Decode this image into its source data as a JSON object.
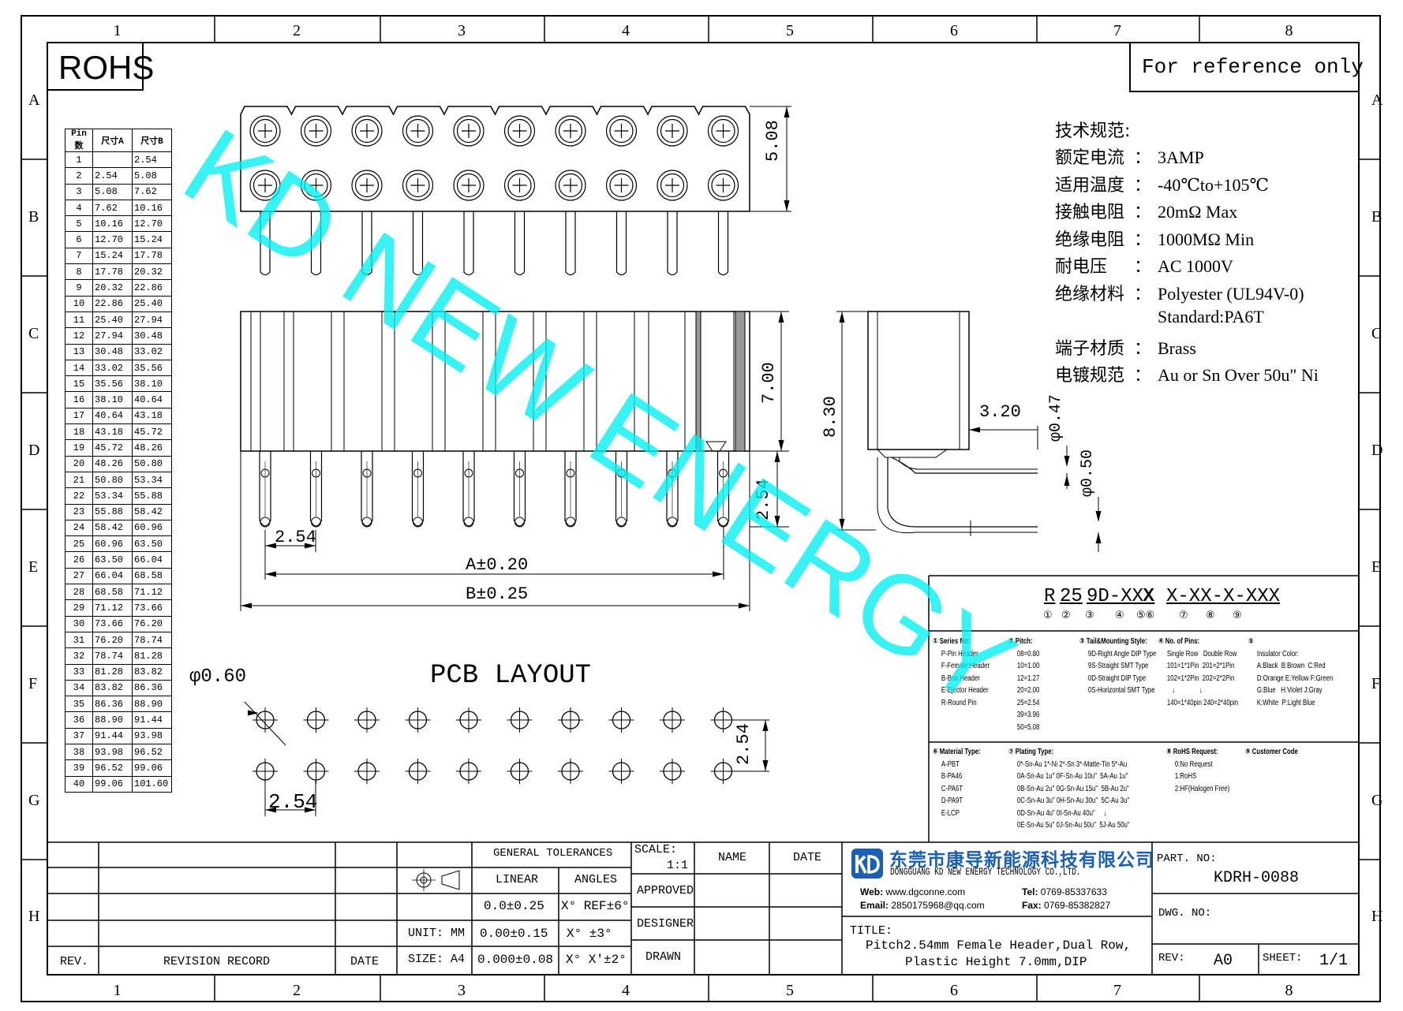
{
  "sheet": {
    "grid_columns": [
      "1",
      "2",
      "3",
      "4",
      "5",
      "6",
      "7",
      "8"
    ],
    "grid_rows": [
      "A",
      "B",
      "C",
      "D",
      "E",
      "F",
      "G",
      "H"
    ],
    "rohs": "ROHS",
    "reference_note": "For reference only",
    "watermark": "KD NEW ENERGY",
    "line_color": "#000000",
    "watermark_color": "#00f0f0"
  },
  "pin_table": {
    "headers": [
      "Pin数",
      "尺寸A",
      "尺寸B"
    ],
    "rows": [
      [
        "1",
        "",
        "2.54"
      ],
      [
        "2",
        "2.54",
        "5.08"
      ],
      [
        "3",
        "5.08",
        "7.62"
      ],
      [
        "4",
        "7.62",
        "10.16"
      ],
      [
        "5",
        "10.16",
        "12.70"
      ],
      [
        "6",
        "12.70",
        "15.24"
      ],
      [
        "7",
        "15.24",
        "17.78"
      ],
      [
        "8",
        "17.78",
        "20.32"
      ],
      [
        "9",
        "20.32",
        "22.86"
      ],
      [
        "10",
        "22.86",
        "25.40"
      ],
      [
        "11",
        "25.40",
        "27.94"
      ],
      [
        "12",
        "27.94",
        "30.48"
      ],
      [
        "13",
        "30.48",
        "33.02"
      ],
      [
        "14",
        "33.02",
        "35.56"
      ],
      [
        "15",
        "35.56",
        "38.10"
      ],
      [
        "16",
        "38.10",
        "40.64"
      ],
      [
        "17",
        "40.64",
        "43.18"
      ],
      [
        "18",
        "43.18",
        "45.72"
      ],
      [
        "19",
        "45.72",
        "48.26"
      ],
      [
        "20",
        "48.26",
        "50.80"
      ],
      [
        "21",
        "50.80",
        "53.34"
      ],
      [
        "22",
        "53.34",
        "55.88"
      ],
      [
        "23",
        "55.88",
        "58.42"
      ],
      [
        "24",
        "58.42",
        "60.96"
      ],
      [
        "25",
        "60.96",
        "63.50"
      ],
      [
        "26",
        "63.50",
        "66.04"
      ],
      [
        "27",
        "66.04",
        "68.58"
      ],
      [
        "28",
        "68.58",
        "71.12"
      ],
      [
        "29",
        "71.12",
        "73.66"
      ],
      [
        "30",
        "73.66",
        "76.20"
      ],
      [
        "31",
        "76.20",
        "78.74"
      ],
      [
        "32",
        "78.74",
        "81.28"
      ],
      [
        "33",
        "81.28",
        "83.82"
      ],
      [
        "34",
        "83.82",
        "86.36"
      ],
      [
        "35",
        "86.36",
        "88.90"
      ],
      [
        "36",
        "88.90",
        "91.44"
      ],
      [
        "37",
        "91.44",
        "93.98"
      ],
      [
        "38",
        "93.98",
        "96.52"
      ],
      [
        "39",
        "96.52",
        "99.06"
      ],
      [
        "40",
        "99.06",
        "101.60"
      ]
    ]
  },
  "dimensions": {
    "top_height": "5.08",
    "body_height": "7.00",
    "total_height": "8.30",
    "tail_pitch": "2.54",
    "pin_pitch": "2.54",
    "dim_a": "A±0.20",
    "dim_b": "B±0.25",
    "side_offset": "3.20",
    "pin_dia_1": "φ0.47",
    "pin_dia_2": "φ0.50",
    "pcb_hole": "φ0.60",
    "pcb_row_pitch": "2.54",
    "pcb_col_pitch": "2.54"
  },
  "pcb_layout_label": "PCB LAYOUT",
  "specs": {
    "title": "技术规范:",
    "rows": [
      {
        "key": "额定电流",
        "value": "3AMP"
      },
      {
        "key": "适用温度",
        "value": "-40℃to+105℃"
      },
      {
        "key": "接触电阻",
        "value": "20mΩ Max"
      },
      {
        "key": "绝缘电阻",
        "value": "1000MΩ Min"
      },
      {
        "key": "耐电压",
        "value": "AC 1000V"
      },
      {
        "key": "绝缘材料",
        "value": "Polyester (UL94V-0)"
      },
      {
        "key": "",
        "value": "Standard:PA6T"
      },
      {
        "key": "端子材质",
        "value": "Brass"
      },
      {
        "key": "电镀规范",
        "value": "Au or Sn Over 50u\" Ni"
      }
    ]
  },
  "part_code": {
    "segments": [
      "R",
      "25",
      "9D-XXX",
      "X",
      "X-XX-X-XXX"
    ],
    "markers": [
      "①",
      "②",
      "③",
      "④",
      "⑤⑥",
      "⑦",
      "⑧",
      "⑨"
    ],
    "legend_top": [
      {
        "head": "① Series No:",
        "lines": [
          "P-Pin Header",
          "F-Female Header",
          "B-Box Header",
          "E-Ejector Header",
          "R-Round Pin"
        ]
      },
      {
        "head": "② Pitch:",
        "lines": [
          "08=0.80",
          "10=1.00",
          "12=1.27",
          "20=2.00",
          "25=2.54",
          "39=3.96",
          "50=5.08"
        ]
      },
      {
        "head": "③ Tail&Mounting Style:",
        "lines": [
          "9D-Right Angle DIP Type",
          "9S-Straight SMT Type",
          "0D-Straight DIP Type",
          "0S-Horizontal SMT Type"
        ]
      },
      {
        "head": "④ No. of Pins:",
        "lines": [
          "Single Row   Double Row",
          "101=1*1Pin  201=2*1Pin",
          "102=1*2Pin  202=2*2Pin",
          "   ↓              ↓",
          "140=1*40pin 240=2*40pin"
        ]
      },
      {
        "head": "⑤",
        "lines": [
          "Insulator Color:",
          "A:Black  B:Brown  C:Red",
          "D:Orange E:Yellow F:Green",
          "G:Blue   H:Violet J:Gray",
          "K:White  P:Light Blue"
        ]
      }
    ],
    "legend_bottom": [
      {
        "head": "⑥ Material Type:",
        "lines": [
          "A-PBT",
          "B-PA46",
          "C-PA6T",
          "D-PA9T",
          "E-LCP"
        ]
      },
      {
        "head": "⑦ Plating Type:",
        "lines": [
          "0*-Sn-Au 1*-Ni 2*-Sn 3*-Matte-Tin 5*-Au",
          "0A-Sn-Au 1u\" 0F-Sn-Au 10u\"  5A-Au 1u\"",
          "0B-Sn-Au 2u\" 0G-Sn-Au 15u\"  5B-Au 2u\"",
          "0C-Sn-Au 3u\" 0H-Sn-Au 30u\"  5C-Au 3u\"",
          "0D-Sn-Au 4u\" 0I-Sn-Au 40u\"     ↓",
          "0E-Sn-Au 5u\" 0J-Sn-Au 50u\"  5J-Au 50u\""
        ]
      },
      {
        "head": "⑧ RoHS Request:",
        "lines": [
          "0:No Request",
          "1:RoHS",
          "2:HF(Halogen Free)"
        ]
      },
      {
        "head": "⑨ Customer Code",
        "lines": []
      }
    ]
  },
  "title_block": {
    "general_tolerances": "GENERAL TOLERANCES",
    "linear": "LINEAR",
    "angles": "ANGLES",
    "tol_linear": [
      "0.0±0.25",
      "0.00±0.15",
      "0.000±0.08"
    ],
    "tol_angles": [
      "X° REF±6°",
      "X° ±3°",
      "X° X'±2°"
    ],
    "unit": "UNIT: MM",
    "size": "SIZE: A4",
    "scale_label": "SCALE:",
    "scale_value": "1:1",
    "name": "NAME",
    "date": "DATE",
    "approved": "APPROVED",
    "designer": "DESIGNER",
    "drawn": "DRAWN",
    "rev_label": "REV.",
    "revision_record": "REVISION RECORD",
    "rev_date": "DATE",
    "company_cn": "东莞市康导新能源科技有限公司",
    "company_en": "DONGGUANG KD NEW ENERGY TECHNOLOGY CO.,LTD.",
    "web_label": "Web:",
    "web": "www.dgconne.com",
    "tel_label": "Tel:",
    "tel": "0769-85337633",
    "email_label": "Email:",
    "email": "2850175968@qq.com",
    "fax_label": "Fax:",
    "fax": "0769-85382827",
    "title_label": "TITLE:",
    "title_line1": "Pitch2.54mm Female Header,Dual Row,",
    "title_line2": "Plastic Height 7.0mm,DIP",
    "part_no_label": "PART. NO:",
    "part_no": "KDRH-0088",
    "dwg_no_label": "DWG. NO:",
    "rev_label2": "REV:",
    "rev_value": "A0",
    "sheet_label": "SHEET:",
    "sheet_value": "1/1"
  }
}
